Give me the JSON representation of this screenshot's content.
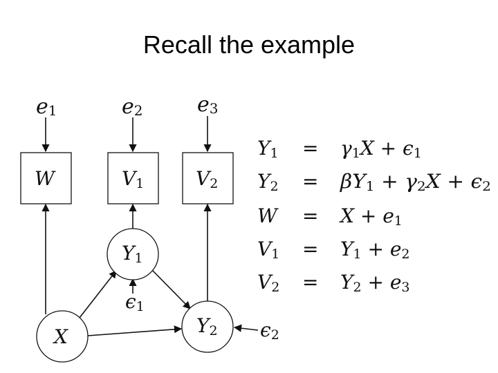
{
  "title": "Recall the example",
  "diagram": {
    "errors_top": [
      {
        "base": "e",
        "sub": "1"
      },
      {
        "base": "e",
        "sub": "2"
      },
      {
        "base": "e",
        "sub": "3"
      }
    ],
    "boxes": [
      {
        "base": "W",
        "sub": ""
      },
      {
        "base": "V",
        "sub": "1"
      },
      {
        "base": "V",
        "sub": "2"
      }
    ],
    "latent": [
      {
        "base": "Y",
        "sub": "1"
      },
      {
        "base": "X",
        "sub": ""
      },
      {
        "base": "Y",
        "sub": "2"
      }
    ],
    "disturbances": [
      {
        "base": "ϵ",
        "sub": "1"
      },
      {
        "base": "ϵ",
        "sub": "2"
      }
    ]
  },
  "equations": [
    {
      "lhs_base": "Y",
      "lhs_sub": "1",
      "eq": "=",
      "rhs": [
        {
          "t": "γ",
          "s": "1"
        },
        {
          "t": "X + ϵ",
          "s": "1"
        }
      ]
    },
    {
      "lhs_base": "Y",
      "lhs_sub": "2",
      "eq": "=",
      "rhs": [
        {
          "t": "βY",
          "s": "1"
        },
        {
          "t": " + γ",
          "s": "2"
        },
        {
          "t": "X + ϵ",
          "s": "2"
        }
      ]
    },
    {
      "lhs_base": "W",
      "lhs_sub": "",
      "eq": "=",
      "rhs": [
        {
          "t": "X + e",
          "s": "1"
        }
      ]
    },
    {
      "lhs_base": "V",
      "lhs_sub": "1",
      "eq": "=",
      "rhs": [
        {
          "t": "Y",
          "s": "1"
        },
        {
          "t": " + e",
          "s": "2"
        }
      ]
    },
    {
      "lhs_base": "V",
      "lhs_sub": "2",
      "eq": "=",
      "rhs": [
        {
          "t": "Y",
          "s": "2"
        },
        {
          "t": " + e",
          "s": "3"
        }
      ]
    }
  ]
}
